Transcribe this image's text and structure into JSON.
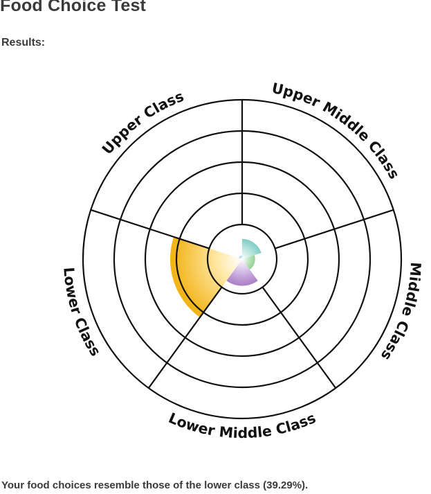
{
  "page": {
    "title": "Food Choice Test",
    "results_label": "Results:",
    "result_sentence": "Your food choices resemble those of the lower class (39.29%)."
  },
  "chart_data": {
    "type": "polar-area",
    "categories": [
      "Upper Middle Class",
      "Middle Class",
      "Lower Middle Class",
      "Lower Class",
      "Upper Class"
    ],
    "values": [
      0.28,
      0.18,
      0.37,
      1.0,
      0.05
    ],
    "scale": "relative to largest segment (Lower Class = 39.29%)",
    "rings": 5,
    "colors": {
      "Upper Middle Class": "#1aa79b",
      "Middle Class": "#3fae45",
      "Lower Middle Class": "#7b3fa0",
      "Lower Class": "#f2b418",
      "Upper Class": "#2f8fd0"
    },
    "grid": true,
    "legend": "none"
  }
}
